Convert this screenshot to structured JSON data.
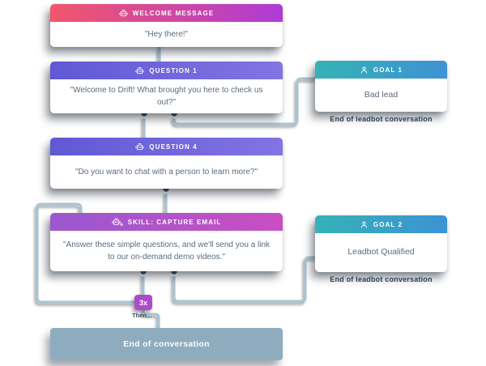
{
  "palette": {
    "welcome_gradient_start": "#F2566B",
    "welcome_gradient_end": "#AE3BD5",
    "question_gradient_start": "#6058D5",
    "question_gradient_end": "#8374E3",
    "skill_gradient_start": "#9A58CF",
    "skill_gradient_end": "#C94FC2",
    "goal_gradient_start": "#35B2B5",
    "goal_gradient_end": "#3D92D6",
    "connector_line": "#A9C4D3",
    "connector_dot": "#3D4B59",
    "end_box": "#8FACBE",
    "repeat_badge": "#AC4CC9"
  },
  "nodes": {
    "welcome": {
      "header": "WELCOME MESSAGE",
      "body": "\"Hey there!\"",
      "icon": "bot-icon"
    },
    "question1": {
      "header": "QUESTION 1",
      "body": "\"Welcome to Drift! What brought you here to check us out?\"",
      "icon": "bot-icon"
    },
    "goal1": {
      "header": "GOAL 1",
      "body": "Bad lead",
      "icon": "person-icon",
      "footnote": "End of leadbot conversation"
    },
    "question4": {
      "header": "QUESTION 4",
      "body": "\"Do you want to chat with a person to learn more?\"",
      "icon": "bot-icon"
    },
    "skill": {
      "header": "SKILL: CAPTURE EMAIL",
      "body": "\"Answer these simple questions, and we'll send you a link to our on-demand demo videos.\"",
      "icon": "bot-gear-icon"
    },
    "goal2": {
      "header": "GOAL 2",
      "body": "Leadbot Qualified",
      "icon": "person-icon",
      "footnote": "End of leadbot conversation"
    },
    "end": {
      "label": "End of conversation"
    }
  },
  "repeat": {
    "badge": "3x",
    "note": "Then..."
  }
}
